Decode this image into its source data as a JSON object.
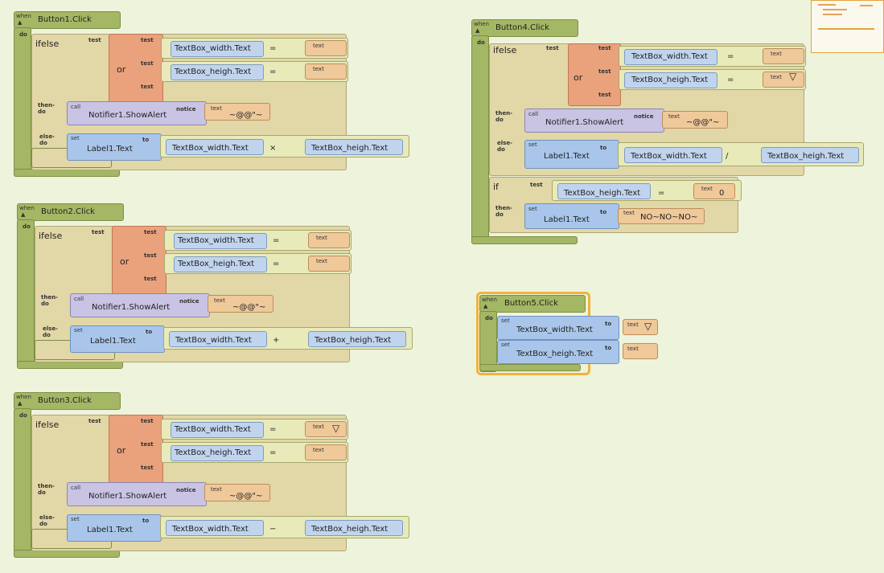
{
  "canvas": {
    "background": "#eef3dc",
    "highlight_color": "#f1b33b"
  },
  "labels": {
    "when": "when",
    "do": "do",
    "ifelse": "ifelse",
    "if": "if",
    "test": "test",
    "or": "or",
    "then_do": "then-do",
    "else_do": "else-do",
    "call": "call",
    "notice": "notice",
    "set": "set",
    "to": "to",
    "text": "text"
  },
  "blocks": [
    {
      "event": "Button1.Click",
      "cmp1": {
        "var": "TextBox_width.Text",
        "op": "="
      },
      "cmp2": {
        "var": "TextBox_heigh.Text",
        "op": "="
      },
      "notifier": "Notifier1.ShowAlert",
      "alert_text": "~@@\"~",
      "set_target": "Label1.Text",
      "left": "TextBox_width.Text",
      "math_op": "×",
      "right": "TextBox_heigh.Text"
    },
    {
      "event": "Button2.Click",
      "cmp1": {
        "var": "TextBox_width.Text",
        "op": "="
      },
      "cmp2": {
        "var": "TextBox_heigh.Text",
        "op": "="
      },
      "notifier": "Notifier1.ShowAlert",
      "alert_text": "~@@\"~",
      "set_target": "Label1.Text",
      "left": "TextBox_width.Text",
      "math_op": "+",
      "right": "TextBox_heigh.Text"
    },
    {
      "event": "Button3.Click",
      "cmp1": {
        "var": "TextBox_width.Text",
        "op": "="
      },
      "cmp2": {
        "var": "TextBox_heigh.Text",
        "op": "="
      },
      "notifier": "Notifier1.ShowAlert",
      "alert_text": "~@@\"~",
      "set_target": "Label1.Text",
      "left": "TextBox_width.Text",
      "math_op": "−",
      "right": "TextBox_heigh.Text"
    },
    {
      "event": "Button4.Click",
      "cmp1": {
        "var": "TextBox_width.Text",
        "op": "="
      },
      "cmp2": {
        "var": "TextBox_heigh.Text",
        "op": "="
      },
      "notifier": "Notifier1.ShowAlert",
      "alert_text": "~@@\"~",
      "set_target": "Label1.Text",
      "left": "TextBox_width.Text",
      "math_op": "/",
      "right": "TextBox_heigh.Text",
      "if_var": "TextBox_heigh.Text",
      "if_op": "=",
      "if_value": "0",
      "if_set_target": "Label1.Text",
      "if_set_value": "NO~NO~NO~"
    }
  ],
  "button5": {
    "event": "Button5.Click",
    "set1": "TextBox_width.Text",
    "set2": "TextBox_heigh.Text"
  }
}
